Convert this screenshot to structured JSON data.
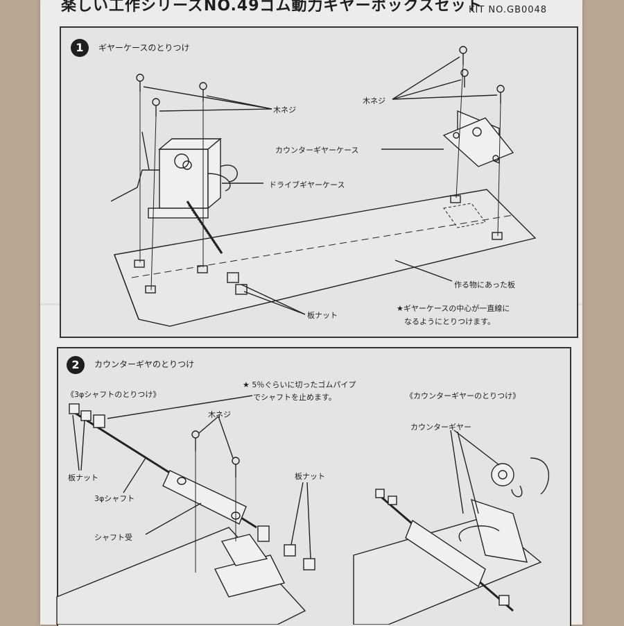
{
  "header": {
    "title": "楽しい工作シリーズNO.49ゴム動力ギヤーボックスセット",
    "kit_no": "KIT NO.GB0048"
  },
  "step1": {
    "number": "1",
    "title": "ギヤーケースのとりつけ",
    "labels": {
      "wood_screw_left": "木ネジ",
      "wood_screw_right": "木ネジ",
      "counter_gear_case": "カウンターギヤーケース",
      "drive_gear_case": "ドライブギヤーケース",
      "board": "作る物にあった板",
      "plate_nut": "板ナット",
      "note_line1": "★ギヤーケースの中心が一直線に",
      "note_line2": "なるようにとりつけます。"
    }
  },
  "step2": {
    "number": "2",
    "title": "カウンターギヤのとりつけ",
    "labels": {
      "shaft_section": "《3φシャフトのとりつけ》",
      "note_line1": "★ 5％ぐらいに切ったゴムパイプ",
      "note_line2": "でシャフトを止めます。",
      "counter_section": "《カウンターギヤーのとりつけ》",
      "wood_screw": "木ネジ",
      "counter_gear": "カウンターギヤー",
      "plate_nut_left": "板ナット",
      "shaft": "3φシャフト",
      "shaft_bearing": "シャフト受",
      "plate_nut_mid": "板ナット"
    }
  }
}
